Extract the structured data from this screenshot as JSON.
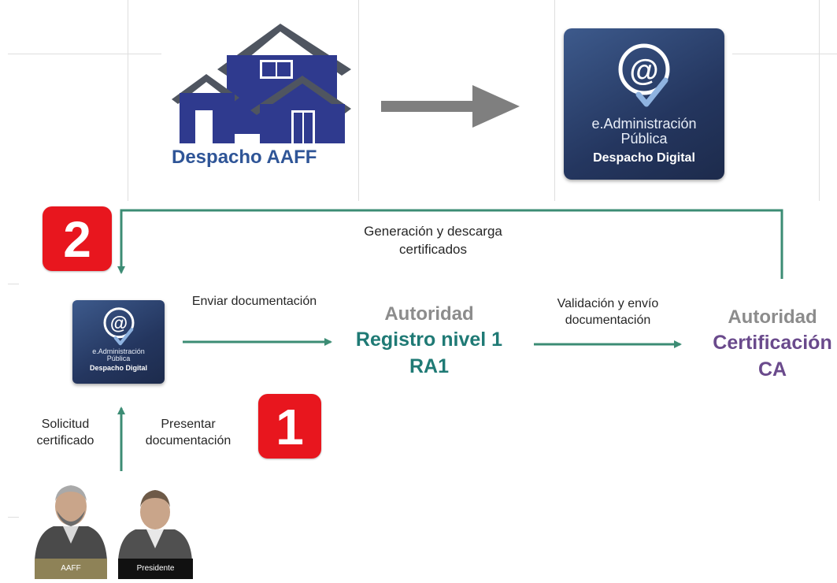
{
  "colors": {
    "house_blue": "#2f3a8e",
    "house_roof": "#4f5560",
    "arrow_gray": "#7f7f7f",
    "flow_green": "#3c8c74",
    "badge_red": "#e8161e",
    "ra_teal": "#1f7a75",
    "ca_purple": "#6a4a8c",
    "logo_navy": "#24365f"
  },
  "top_row": {
    "house_icon": "house-icon",
    "house_label": "Despacho AAFF",
    "arrow_icon": "right-arrow-icon",
    "logo_big": {
      "icon": "at-sign-check-icon",
      "line1": "e.Administración",
      "line2": "Pública",
      "line3": "Despacho Digital"
    }
  },
  "steps": {
    "badge_2": "2",
    "badge_1": "1"
  },
  "flow": {
    "feedback_label": "Generación y descarga certificados",
    "logo_small": {
      "icon": "at-sign-check-icon",
      "line1": "e.Administración",
      "line2": "Pública",
      "line3": "Despacho Digital"
    },
    "enviar_label": "Enviar documentación",
    "ra_head": "Autoridad",
    "ra_name": "Registro nivel 1",
    "ra_short": "RA1",
    "validacion_label": "Validación y envío documentación",
    "ca_head": "Autoridad",
    "ca_name": "Certificación",
    "ca_short": "CA",
    "solicitud_label": "Solicitud certificado",
    "presentar_label": "Presentar documentación"
  },
  "people": {
    "aaff_tag": "AAFF",
    "presidente_tag": "Presidente",
    "aaff_icon": "bald-man-avatar-icon",
    "presidente_icon": "man-avatar-icon"
  }
}
